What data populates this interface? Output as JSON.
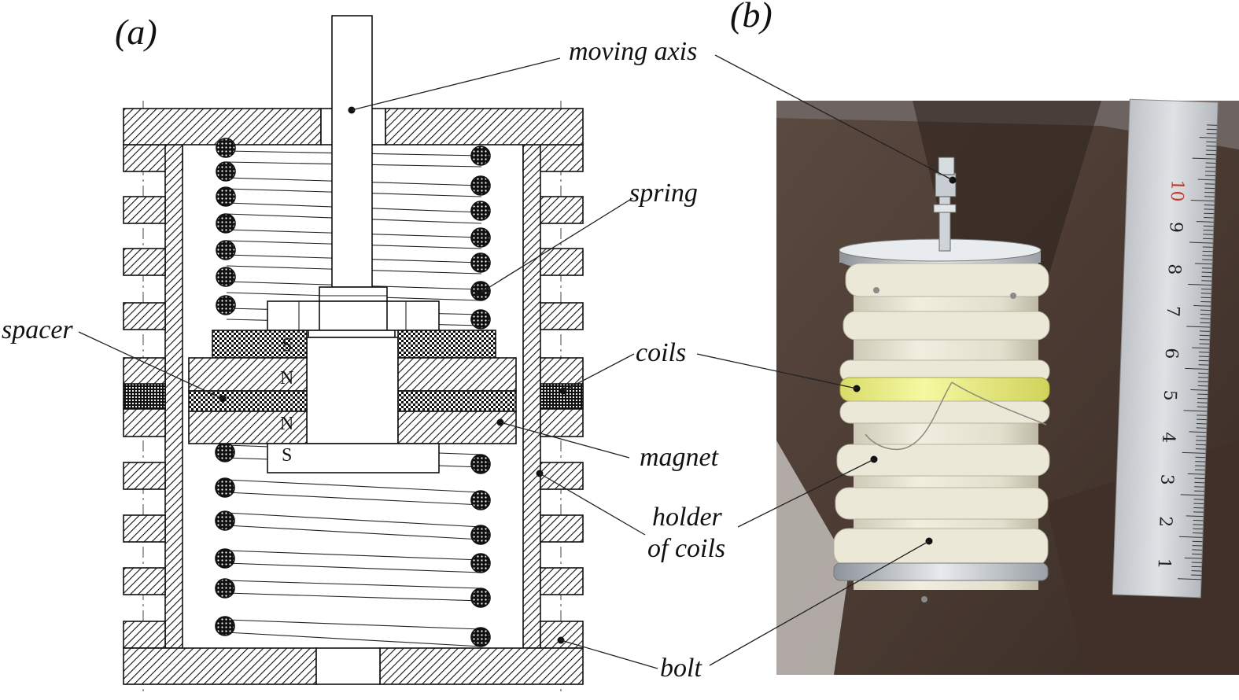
{
  "panels": {
    "a": "(a)",
    "b": "(b)"
  },
  "labels": {
    "moving_axis": "moving axis",
    "spring": "spring",
    "spacer": "spacer",
    "coils": "coils",
    "magnet": "magnet",
    "holder_line1": "holder",
    "holder_line2": "of coils",
    "bolt": "bolt"
  },
  "poles": {
    "s_top": "S",
    "n_upper": "N",
    "n_lower": "N",
    "s_bottom": "S"
  },
  "ruler": {
    "numbers": [
      "1",
      "2",
      "3",
      "4",
      "5",
      "6",
      "7",
      "8",
      "9",
      "10"
    ]
  }
}
